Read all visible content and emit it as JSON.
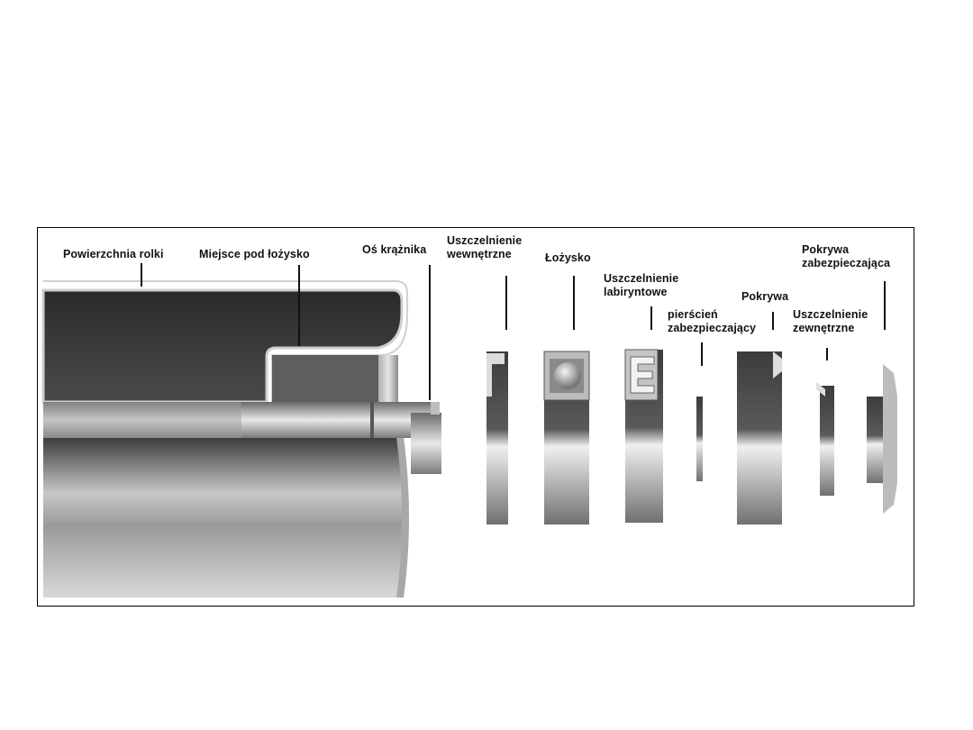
{
  "labels": {
    "roller_surface": "Powierzchnia rolki",
    "bearing_seat": "Miejsce pod łożysko",
    "idler_axle": "Oś krążnika",
    "inner_seal": "Uszczelnienie\nwewnętrzne",
    "bearing": "Łożysko",
    "labyrinth_seal": "Uszczelnienie\nlabiryntowe",
    "retaining_ring": "pierścień\nzabezpieczający",
    "cover": "Pokrywa",
    "outer_seal": "Uszczelnienie\nzewnętrzne",
    "protective_cover": "Pokrywa\nzabezpieczająca"
  }
}
